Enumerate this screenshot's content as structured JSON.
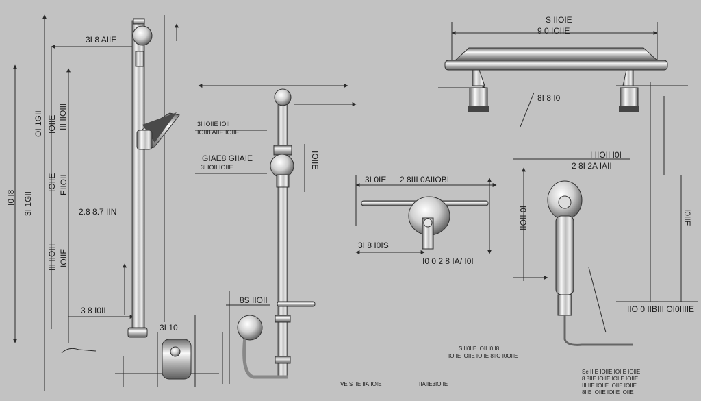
{
  "labels": {
    "top_center_1": "S IIOIE",
    "top_center_2": "9 0 IOIIE",
    "bar1_top": "3I 8 AIIE",
    "bar1_left_v1": "OI 1GII",
    "bar1_left_v2": "IOIIE",
    "bar1_left_v3": "III IIOIII",
    "bar1_left_v4": "IOIIE",
    "bar1_left_v5": "EIIOII",
    "bar1_left_v6": "III IIOIII",
    "bar1_left_v7": "IOIIE",
    "far_left_v1": "I0 I8",
    "far_left_v2": "3I 1GII",
    "mid_left": "2.8 8.7 IIN",
    "lower_left": "3 8 I0II",
    "bottom_mid": "3I 10",
    "mid_shower1": "3I IOIIE IOII",
    "mid_shower2": "IOII8 AIIE IOIIE",
    "mid_arm1": "GIAE8 GIIAIE",
    "mid_arm2": "3I IOII IOIIE",
    "mid_v": "IOIIE",
    "lower_mid": "8S IIOII",
    "sb1": "3I 0IE",
    "sb2": "2 8III 0AIIOBI",
    "sb3": "3I 8 I0IS",
    "sb4": "I0 0 2 8 IA/ I0I",
    "right_top": "8I 8 I0",
    "right_mid1": "I IIOII I0I",
    "right_mid2": "2 8I 2A IAII",
    "right_v1": "I0 IIOII",
    "right_v2": "I0IIE",
    "right_lower": "IIO 0 IIBIII OI0IIIIE",
    "bot_center1": "S II0IIE IOII I0 I8",
    "bot_center2": "IOIIE IOIIE IOIIE 8IIO I0OIIE",
    "bot_left1": "VE S IIE IIAIIOIE",
    "bot_left2": "IIAIIE3IOIIE",
    "corner1": "Se IIIE IOIIE IOIIE IOIIE",
    "corner2": "8 8IIE IOIIE IOIIE IOIIE",
    "corner3": "III IIE IOIIE IOIIE IOIIE",
    "corner4": "8IIE IOIIE IOIIE IOIIE"
  },
  "colors": {
    "background": "#c2c2c2",
    "line": "#2a2a2a",
    "chrome_light": "#f2f2f2",
    "chrome_dark": "#5a5a5a"
  }
}
